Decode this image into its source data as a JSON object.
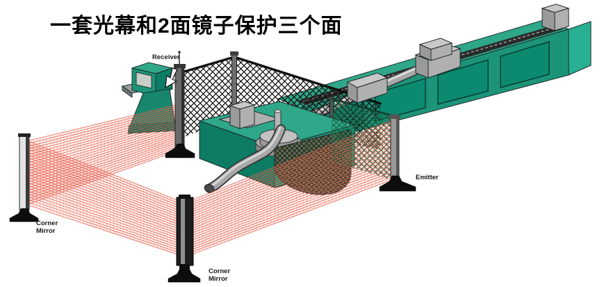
{
  "title": "一套光幕和2面镜子保护三个面",
  "labels": {
    "receiver": "Receiver",
    "emitter": "Emitter",
    "corner_mirror": {
      "line1": "Corner",
      "line2": "Mirror"
    }
  },
  "colors": {
    "beam_red": "#e8604e",
    "machine_green_light": "#2fa78a",
    "machine_green": "#1c9479",
    "machine_green_dark": "#0e7c65",
    "machine_green_deep": "#0c8a70",
    "mesh_black": "#161616",
    "mesh_green": "#1c6b4a",
    "post_gray": "#8a8a8a",
    "base_black": "#0d0d0d"
  }
}
